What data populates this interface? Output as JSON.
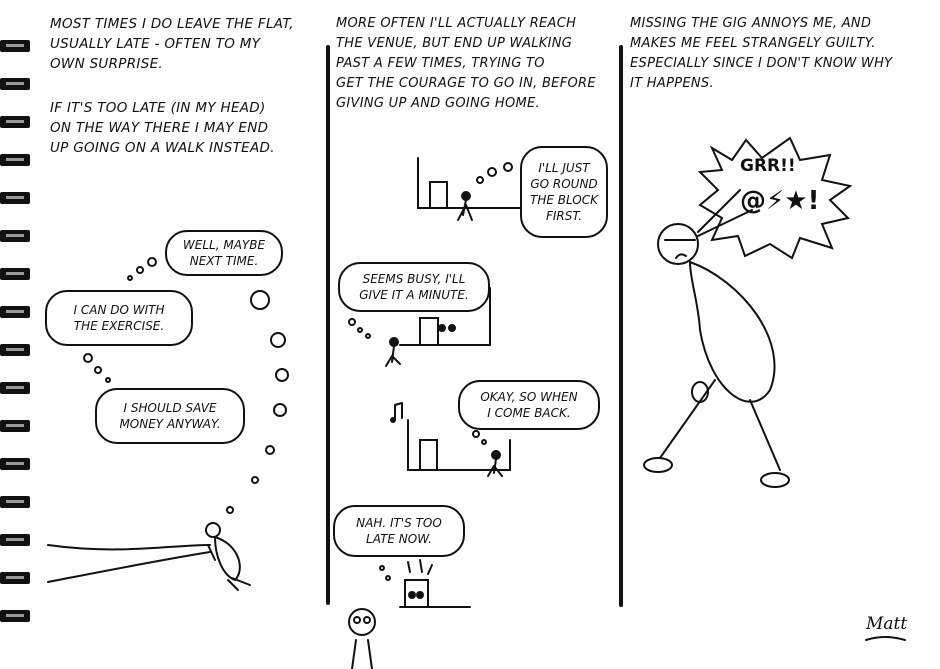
{
  "column1": {
    "paragraph1": "Most times I do leave the flat,\nusually late - often to my\nown surprise.",
    "paragraph2": "If it's too late (in my head)\non the way there I may end\nup going on a walk instead.",
    "bubbles": [
      "Well, maybe\nnext time.",
      "I can do with\nthe exercise.",
      "I should save\nmoney anyway."
    ]
  },
  "column2": {
    "paragraph": "More often I'll actually reach\nthe venue, but end up walking\npast a few times, trying to\nget the courage to go in, before\ngiving up and going home.",
    "bubbles": [
      "I'll just\ngo round\nthe block\nfirst.",
      "Seems busy, I'll\ngive it a minute.",
      "Okay, so when\nI come back.",
      "Nah. It's too\nlate now."
    ]
  },
  "column3": {
    "paragraph": "Missing the gig annoys me, and\nmakes me feel strangely guilty.\nEspecially since I don't know why\nit happens.",
    "shout": "GRR!!",
    "grawlix": "@⚡★!"
  },
  "signature": "Matt"
}
